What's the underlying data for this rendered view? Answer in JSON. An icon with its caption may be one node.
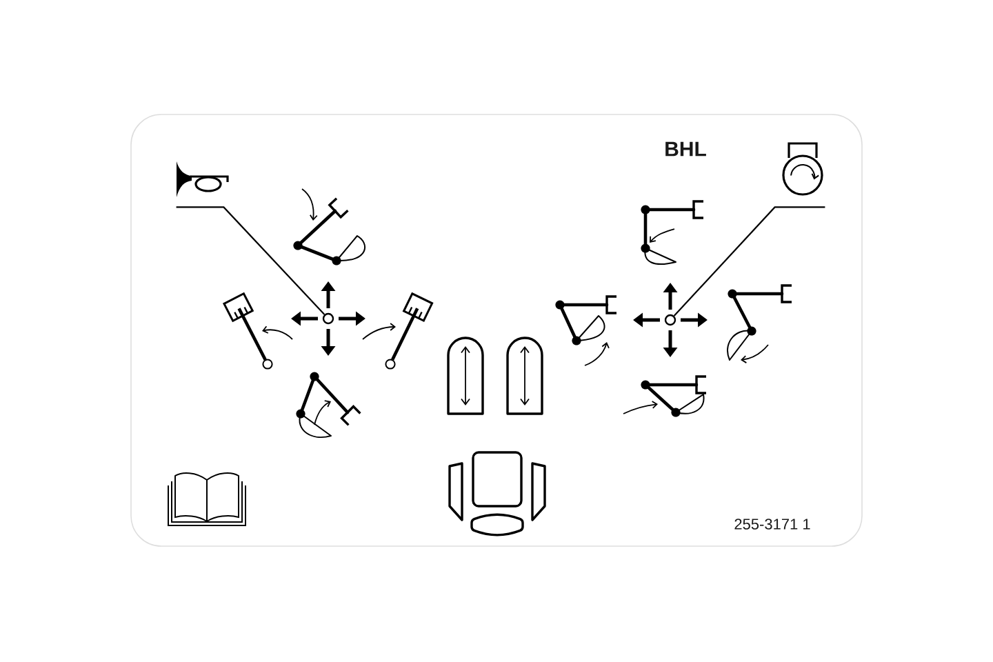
{
  "diagram": {
    "nodes": [
      {
        "text": [],
        "shape": "picture"
      },
      {
        "text": [],
        "shape": "circle"
      },
      {
        "text": [],
        "shape": "picture"
      },
      {
        "text": [],
        "shape": "circle"
      }
    ],
    "edges": [
      {
        "from": 0,
        "to": 1,
        "arrow": "none"
      },
      {
        "from": 2,
        "to": 3,
        "arrow": "none"
      }
    ],
    "labels": [
      "BHL",
      "255-3171 1"
    ]
  }
}
